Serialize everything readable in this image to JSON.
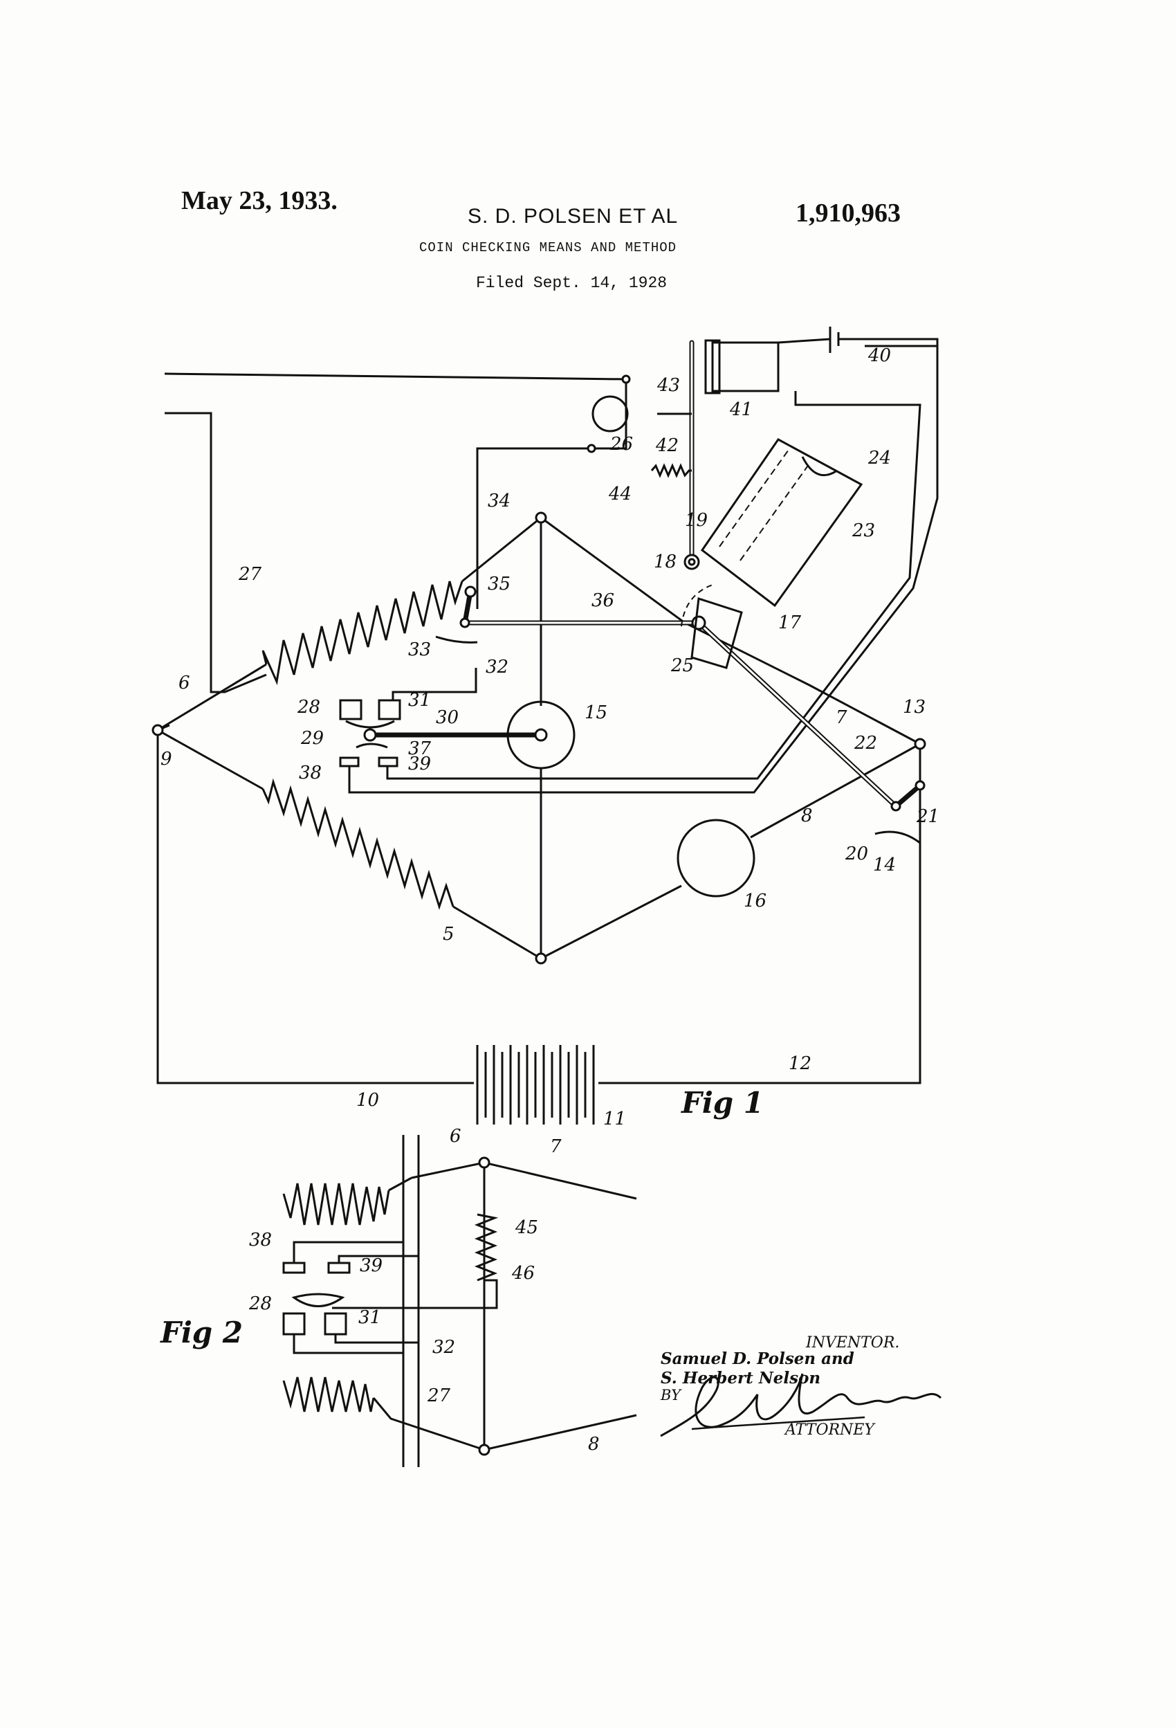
{
  "header": {
    "date": "May 23, 1933.",
    "inventors": "S. D. POLSEN ET AL",
    "patent_number": "1,910,963",
    "title": "COIN CHECKING MEANS AND METHOD",
    "filed": "Filed Sept. 14, 1928"
  },
  "figures": {
    "fig1": "Fig 1",
    "fig2": "Fig 2"
  },
  "labels": {
    "n5": "5",
    "n6": "6",
    "n7": "7",
    "n8": "8",
    "n9": "9",
    "n10": "10",
    "n11": "11",
    "n12": "12",
    "n13": "13",
    "n14": "14",
    "n15": "15",
    "n16": "16",
    "n17": "17",
    "n18": "18",
    "n19": "19",
    "n20": "20",
    "n21": "21",
    "n22": "22",
    "n23": "23",
    "n24": "24",
    "n25": "25",
    "n26": "26",
    "n27": "27",
    "n28": "28",
    "n29": "29",
    "n30": "30",
    "n31": "31",
    "n32": "32",
    "n33": "33",
    "n34": "34",
    "n35": "35",
    "n36": "36",
    "n37": "37",
    "n38": "38",
    "n39": "39",
    "n40": "40",
    "n41": "41",
    "n42": "42",
    "n43": "43",
    "n44": "44",
    "f2_6": "6",
    "f2_7": "7",
    "f2_8": "8",
    "f2_27": "27",
    "f2_28": "28",
    "f2_31": "31",
    "f2_32": "32",
    "f2_38": "38",
    "f2_39": "39",
    "f2_45": "45",
    "f2_46": "46"
  },
  "signature": {
    "inventor_caption": "INVENTOR.",
    "name1": "Samuel D. Polsen and",
    "name2": "S. Herbert Nelson",
    "by": "BY",
    "signature_image": "handwritten-attorney-signature",
    "attorney_caption": "ATTORNEY"
  }
}
